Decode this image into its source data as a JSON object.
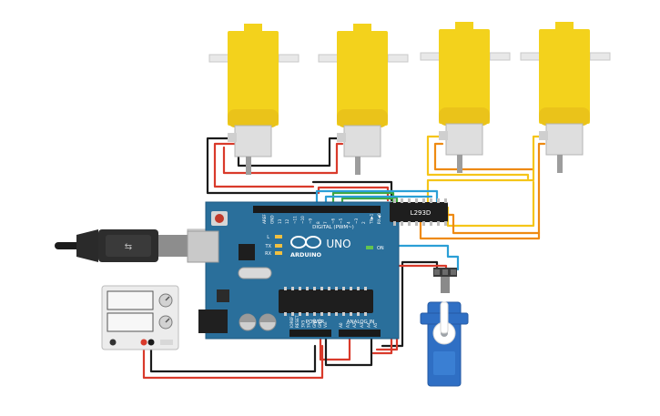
{
  "arduino": {
    "brand": "ARDUINO",
    "model": "UNO",
    "digital_label": "DIGITAL (PWM~)",
    "power_label": "POWER",
    "analog_label": "ANALOG IN",
    "led_l": "L",
    "led_tx": "TX",
    "led_rx": "RX",
    "led_on": "ON",
    "digital_pins": [
      "AREF",
      "GND",
      "13",
      "12",
      "~11",
      "~10",
      "~9",
      "8",
      "7",
      "~6",
      "~5",
      "4",
      "~3",
      "2",
      "TX▶1",
      "RX◀0"
    ],
    "power_pins": [
      "IOREF",
      "RESET",
      "3V3",
      "5V",
      "GND",
      "GND",
      "Vin"
    ],
    "analog_pins": [
      "A0",
      "A1",
      "A2",
      "A3",
      "A4",
      "A5"
    ]
  },
  "driver_chip": {
    "label": "L293D"
  },
  "icons": {
    "motors": "dc-gear-motor-icon",
    "usb": "usb-cable-icon",
    "power_supply": "bench-power-supply-icon",
    "servo": "micro-servo-icon"
  },
  "colors": {
    "motor_yellow": "#f3d21c",
    "board_blue": "#2a6f9b",
    "wire_red": "#d93a2b",
    "wire_black": "#1b1b1b",
    "wire_orange": "#ee8a12",
    "wire_yellow": "#f5c518",
    "wire_green": "#3fa73f",
    "wire_blue": "#2b9fd6",
    "servo_blue": "#2f6fc4"
  }
}
